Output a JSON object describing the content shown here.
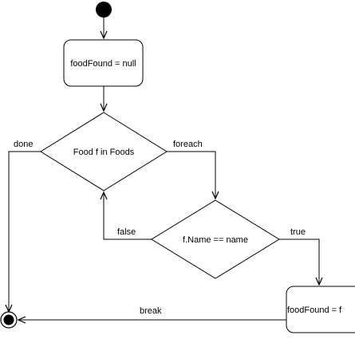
{
  "diagram": {
    "nodes": {
      "init": {
        "text": "foodFound = null"
      },
      "loop": {
        "text": "Food f in Foods"
      },
      "check": {
        "text": "f.Name == name"
      },
      "assign": {
        "text": "foodFound = f"
      }
    },
    "edges": {
      "done": "done",
      "foreach": "foreach",
      "false": "false",
      "true": "true",
      "break": "break"
    }
  }
}
